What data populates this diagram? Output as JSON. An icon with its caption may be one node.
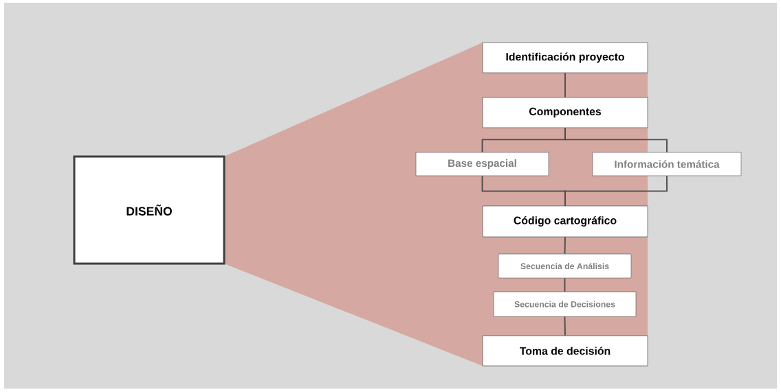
{
  "diagram": {
    "nodes": [
      {
        "text": [
          "DISEÑO"
        ]
      },
      {
        "text": [
          "Identificación proyecto"
        ]
      },
      {
        "text": [
          "Componentes"
        ]
      },
      {
        "text": [
          "Base espacial"
        ]
      },
      {
        "text": [
          "Información temática"
        ]
      },
      {
        "text": [
          "Código cartográfico"
        ]
      },
      {
        "text": [
          "Secuencia de Análisis"
        ]
      },
      {
        "text": [
          "Secuencia de Decisiones"
        ]
      },
      {
        "text": [
          "Toma de decisión"
        ]
      }
    ],
    "edges": [
      {
        "from": 1,
        "to": 2,
        "arrow": "none"
      },
      {
        "from": 2,
        "to": 3,
        "arrow": "none"
      },
      {
        "from": 2,
        "to": 4,
        "arrow": "none"
      },
      {
        "from": 3,
        "to": 5,
        "arrow": "none"
      },
      {
        "from": 4,
        "to": 5,
        "arrow": "none"
      },
      {
        "from": 5,
        "to": 6,
        "arrow": "none"
      },
      {
        "from": 6,
        "to": 7,
        "arrow": "none"
      },
      {
        "from": 7,
        "to": 8,
        "arrow": "none"
      }
    ]
  }
}
